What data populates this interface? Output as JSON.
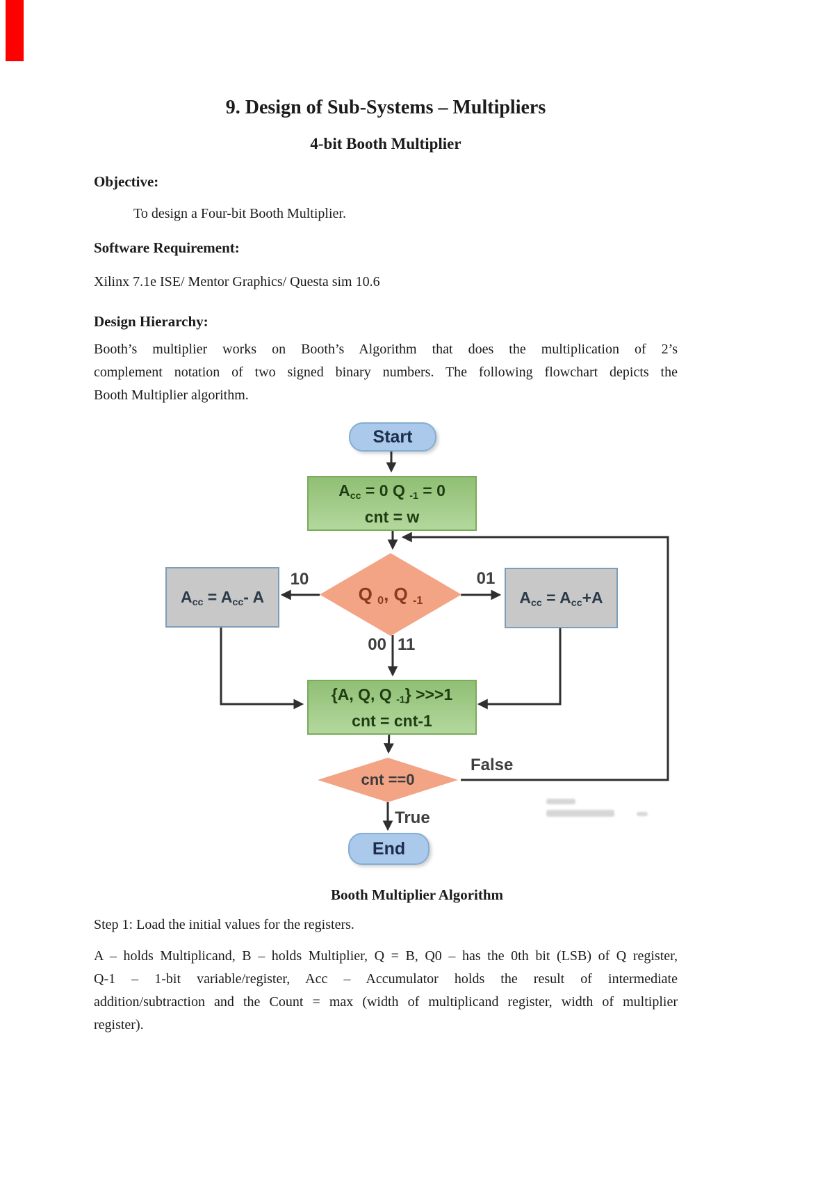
{
  "page": {
    "title": "9. Design of Sub-Systems – Multipliers",
    "subtitle": "4-bit Booth Multiplier",
    "objective_heading": "Objective:",
    "objective_text": "To design a Four-bit Booth Multiplier.",
    "software_heading": "Software Requirement:",
    "software_text": "Xilinx 7.1e ISE/ Mentor Graphics/ Questa sim 10.6",
    "hierarchy_heading": "Design Hierarchy:",
    "hierarchy_lines": [
      "Booth’s multiplier works on Booth’s Algorithm that does the multiplication of 2’s",
      "complement notation of two signed binary numbers.  The following flowchart depicts the",
      "Booth Multiplier algorithm."
    ],
    "caption": "Booth Multiplier Algorithm",
    "step1": "Step 1: Load the initial values for the registers.",
    "para2_lines": [
      "A – holds Multiplicand, B – holds Multiplier, Q = B, Q0 – has the 0th bit (LSB) of Q register,",
      "Q-1 – 1-bit variable/register, Acc – Accumulator holds the result of intermediate",
      "addition/subtraction and the Count = max (width of multiplicand register, width of multiplier",
      "register)."
    ]
  },
  "flowchart": {
    "start_label": "Start",
    "end_label": "End",
    "init_box": {
      "a": "A",
      "a_sub": "cc",
      "mid": " = 0 Q ",
      "q_sub": "-1",
      "tail": " = 0",
      "line2": "cnt = w"
    },
    "decision1": {
      "q1": "Q ",
      "q1_sub": "0",
      "mid": ", Q ",
      "q2_sub": "-1"
    },
    "sub_box": {
      "a": "A",
      "a_sub": "cc",
      "eq": " = A",
      "a2_sub": "cc",
      "tail": "- A"
    },
    "add_box": {
      "a": "A",
      "a_sub": "cc",
      "eq": " = A",
      "a2_sub": "cc",
      "tail": "+A"
    },
    "shift_box": {
      "pre": "{A, Q, Q ",
      "sub": "-1",
      "post": "} >>>1",
      "line2": "cnt = cnt-1"
    },
    "decision2": "cnt ==0",
    "labels": {
      "sub_path": "10",
      "add_path": "01",
      "b00": "00",
      "b11": "11",
      "false": "False",
      "true": "True"
    }
  },
  "colors": {
    "ribbon": "#fe0000",
    "pill_fill": "#abc9ea",
    "green_box": "#a2cc87",
    "gray_box": "#c8c8c8",
    "diamond": "#f2a485",
    "wire": "#2f2f2f"
  }
}
